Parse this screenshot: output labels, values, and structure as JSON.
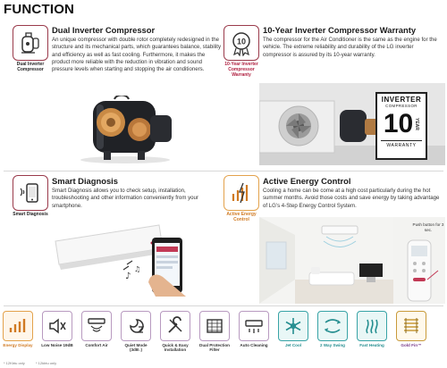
{
  "page_title": "FUNCTION",
  "sections": {
    "dual": {
      "icon_caption": "Dual Inverter Compressor",
      "title": "Dual Inverter Compressor",
      "text": "An unique compressor with double rotor completely redesigned in the structure and its mechanical parts, which guarantees balance, stability and efficiency as well as fast cooling. Furthermore, it makes the product more reliable with the reduction in vibration and sound pressure levels when starting and stopping the air conditioners."
    },
    "warranty": {
      "icon_caption": "10-Year Inverter Compressor Warranty",
      "icon_number": "10",
      "title": "10-Year Inverter Compressor Warranty",
      "text": "The compressor for the Air Conditioner is the same as the engine for the vehicle. The extreme reliability and durability of the LG inverter compressor is assured by its 10-year warranty.",
      "badge_top": "INVERTER",
      "badge_sub": "COMPRESSOR",
      "badge_number": "10",
      "badge_year": "YEAR",
      "badge_bottom": "WARRANTY"
    },
    "diagnosis": {
      "icon_caption": "Smart Diagnosis",
      "title": "Smart Diagnosis",
      "text": "Smart Diagnosis allows you to check setup, installation, troubleshooting and other information conveniently from your smartphone."
    },
    "energy": {
      "icon_caption": "Active Energy Control",
      "title": "Active Energy Control",
      "text": "Cooling a home can be come at a high cost particularly during the hot summer months. Avoid those costs and save energy by taking advantage of LG's 4-Step Energy Control System.",
      "remote_note": "Push button for 3 sec."
    }
  },
  "features": [
    {
      "label": "Energy Display",
      "style": "orange"
    },
    {
      "label": "Low Noise 19dB",
      "style": "plain"
    },
    {
      "label": "Comfort Air",
      "style": "plain"
    },
    {
      "label": "Quiet Mode (3dB↓)",
      "style": "plain"
    },
    {
      "label": "Quick & Easy Installation",
      "style": "plain"
    },
    {
      "label": "Dual Protection Filter",
      "style": "plain"
    },
    {
      "label": "Auto Cleaning",
      "style": "plain"
    },
    {
      "label": "Jet Cool",
      "style": "teal"
    },
    {
      "label": "2 Way Swing",
      "style": "teal"
    },
    {
      "label": "Fast Heating",
      "style": "teal"
    },
    {
      "label": "Gold Fin™",
      "style": "purple"
    }
  ],
  "footnotes": {
    "left": "* 12Kbtu only",
    "right": "* 12kbtu only"
  },
  "colors": {
    "accent_red": "#9a3a4b",
    "teal": "#38a3a6",
    "orange": "#e3a24c"
  }
}
